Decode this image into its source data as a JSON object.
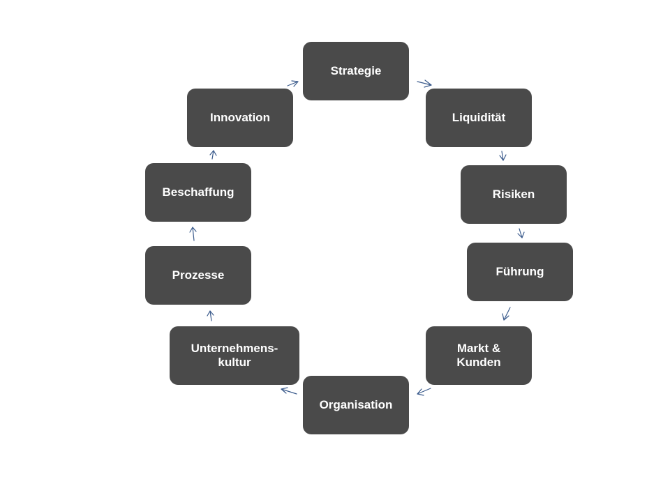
{
  "diagram": {
    "nodes": [
      {
        "id": "strategie",
        "label": "Strategie"
      },
      {
        "id": "liquiditaet",
        "label": "Liquidität"
      },
      {
        "id": "risiken",
        "label": "Risiken"
      },
      {
        "id": "fuehrung",
        "label": "Führung"
      },
      {
        "id": "markt-kunden",
        "label": "Markt &\nKunden"
      },
      {
        "id": "organisation",
        "label": "Organisation"
      },
      {
        "id": "unternehmenskultur",
        "label": "Unternehmens-\nkultur"
      },
      {
        "id": "prozesse",
        "label": "Prozesse"
      },
      {
        "id": "beschaffung",
        "label": "Beschaffung"
      },
      {
        "id": "innovation",
        "label": "Innovation"
      }
    ],
    "edges": [
      [
        "strategie",
        "liquiditaet"
      ],
      [
        "liquiditaet",
        "risiken"
      ],
      [
        "risiken",
        "fuehrung"
      ],
      [
        "fuehrung",
        "markt-kunden"
      ],
      [
        "markt-kunden",
        "organisation"
      ],
      [
        "organisation",
        "unternehmenskultur"
      ],
      [
        "unternehmenskultur",
        "prozesse"
      ],
      [
        "prozesse",
        "beschaffung"
      ],
      [
        "beschaffung",
        "innovation"
      ],
      [
        "innovation",
        "strategie"
      ]
    ],
    "colors": {
      "node_fill": "#4a4a4a",
      "node_text": "#ffffff",
      "arrow": "#3b5b8c"
    }
  }
}
